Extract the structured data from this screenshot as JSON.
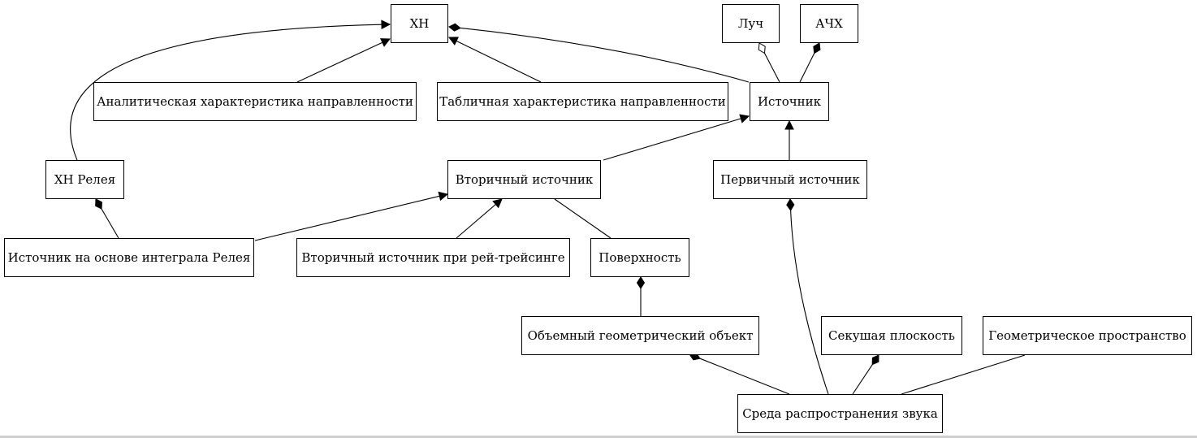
{
  "diagram": {
    "nodes": {
      "xn": {
        "label": "ХН"
      },
      "luch": {
        "label": "Луч"
      },
      "achx": {
        "label": "АЧХ"
      },
      "analytic": {
        "label": "Аналитическая характеристика направленности"
      },
      "table": {
        "label": "Табличная характеристика направленности"
      },
      "source": {
        "label": "Источник"
      },
      "xn_rayleigh": {
        "label": "ХН Релея"
      },
      "secondary": {
        "label": "Вторичный источник"
      },
      "primary": {
        "label": "Первичный источник"
      },
      "rayleigh_source": {
        "label": "Источник на основе интеграла Релея"
      },
      "raytracing": {
        "label": "Вторичный источник при рей-трейсинге"
      },
      "surface": {
        "label": "Поверхность"
      },
      "volume": {
        "label": "Объемный геометрический объект"
      },
      "plane": {
        "label": "Секушая плоскость"
      },
      "space": {
        "label": "Геометрическое пространство"
      },
      "medium": {
        "label": "Среда распространения звука"
      }
    },
    "edges": [
      {
        "from": "analytic",
        "to": "xn",
        "type": "inheritance"
      },
      {
        "from": "table",
        "to": "xn",
        "type": "inheritance"
      },
      {
        "from": "xn_rayleigh",
        "to": "xn",
        "type": "inheritance"
      },
      {
        "from": "source",
        "to": "xn",
        "type": "composition"
      },
      {
        "from": "source",
        "to": "luch",
        "type": "aggregation"
      },
      {
        "from": "source",
        "to": "achx",
        "type": "composition"
      },
      {
        "from": "secondary",
        "to": "source",
        "type": "inheritance"
      },
      {
        "from": "primary",
        "to": "source",
        "type": "inheritance"
      },
      {
        "from": "rayleigh_source",
        "to": "xn_rayleigh",
        "type": "composition"
      },
      {
        "from": "rayleigh_source",
        "to": "secondary",
        "type": "inheritance"
      },
      {
        "from": "raytracing",
        "to": "secondary",
        "type": "inheritance"
      },
      {
        "from": "secondary",
        "to": "surface",
        "type": "association"
      },
      {
        "from": "volume",
        "to": "surface",
        "type": "composition"
      },
      {
        "from": "medium",
        "to": "volume",
        "type": "composition"
      },
      {
        "from": "medium",
        "to": "primary",
        "type": "composition"
      },
      {
        "from": "medium",
        "to": "plane",
        "type": "composition"
      },
      {
        "from": "medium",
        "to": "space",
        "type": "association"
      }
    ]
  }
}
